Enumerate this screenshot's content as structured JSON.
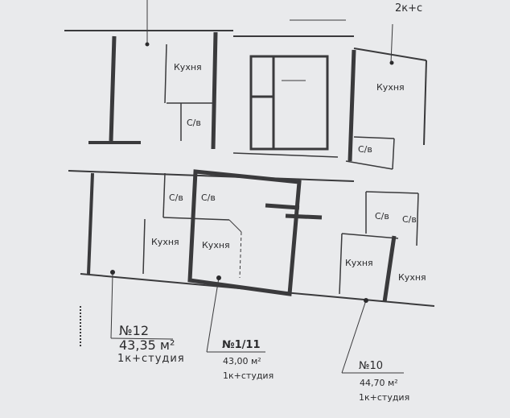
{
  "top_label": "2к+с",
  "rooms": {
    "kitchen": "Кухня",
    "bathroom": "С/в"
  },
  "apartments": [
    {
      "number": "№12",
      "area": "43,35 м²",
      "type": "1к+студия"
    },
    {
      "number": "№1/11",
      "area": "43,00 м²",
      "type": "1к+студия"
    },
    {
      "number": "№10",
      "area": "44,70 м²",
      "type": "1к+студия"
    }
  ]
}
